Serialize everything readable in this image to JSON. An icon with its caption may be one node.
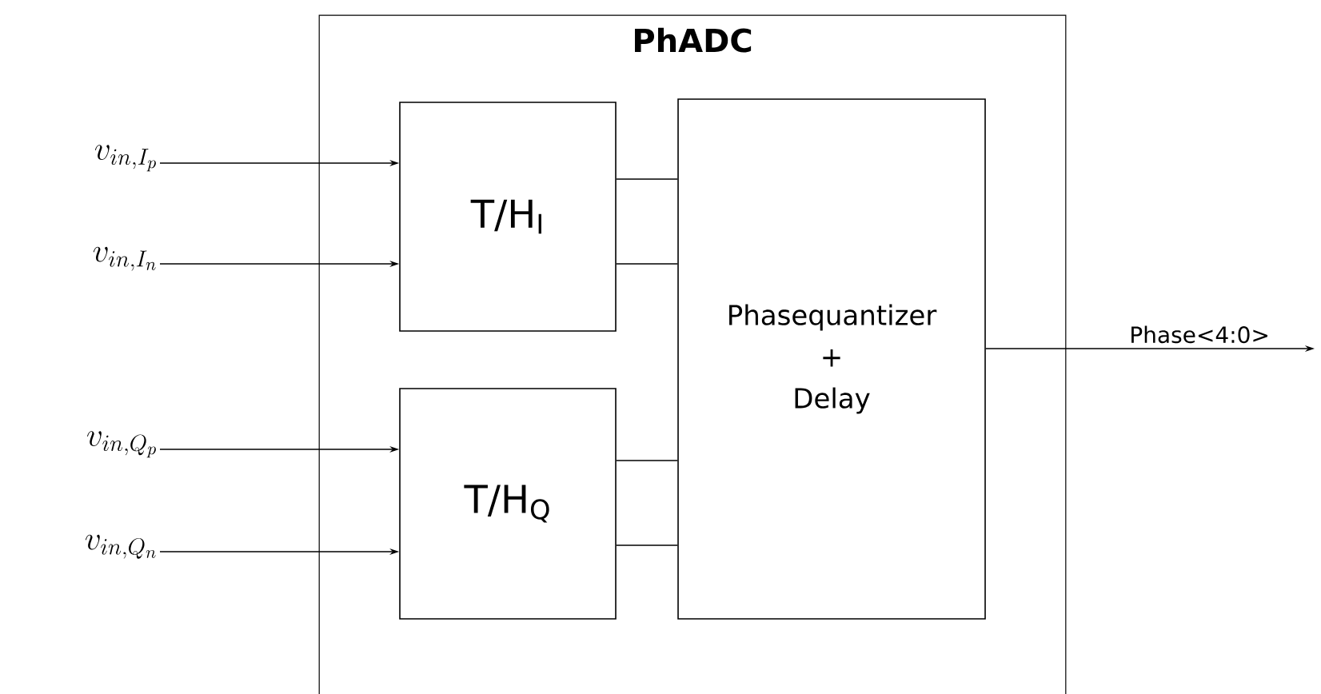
{
  "diagram": {
    "nodes": [
      {
        "text": [
          "PhADC"
        ]
      },
      {
        "text": [
          "T/H$_{I}$"
        ],
        "in": 0
      },
      {
        "text": [
          "T/H$_{Q}$"
        ],
        "in": 0
      },
      {
        "text": [
          "Phasequantizer + Delay"
        ],
        "in": 0
      },
      {
        "text": [
          "v_{in,I_p}"
        ]
      },
      {
        "text": [
          "v_{in,I_n}"
        ]
      },
      {
        "text": [
          "v_{in,Q_p}"
        ]
      },
      {
        "text": [
          "v_{in,Q_n}"
        ]
      }
    ],
    "edges": [
      {
        "from": 4,
        "to": 1,
        "arrow": "to"
      },
      {
        "from": 5,
        "to": 1,
        "arrow": "to"
      },
      {
        "from": 6,
        "to": 2,
        "arrow": "to"
      },
      {
        "from": 7,
        "to": 2,
        "arrow": "to"
      },
      {
        "from": 1,
        "to": 3,
        "arrow": "none"
      },
      {
        "from": 1,
        "to": 3,
        "arrow": "none"
      },
      {
        "from": 2,
        "to": 3,
        "arrow": "none"
      },
      {
        "from": 2,
        "to": 3,
        "arrow": "none"
      },
      {
        "from": 3,
        "to": null,
        "arrow": "to",
        "label": "Phase<4:0>"
      }
    ]
  }
}
